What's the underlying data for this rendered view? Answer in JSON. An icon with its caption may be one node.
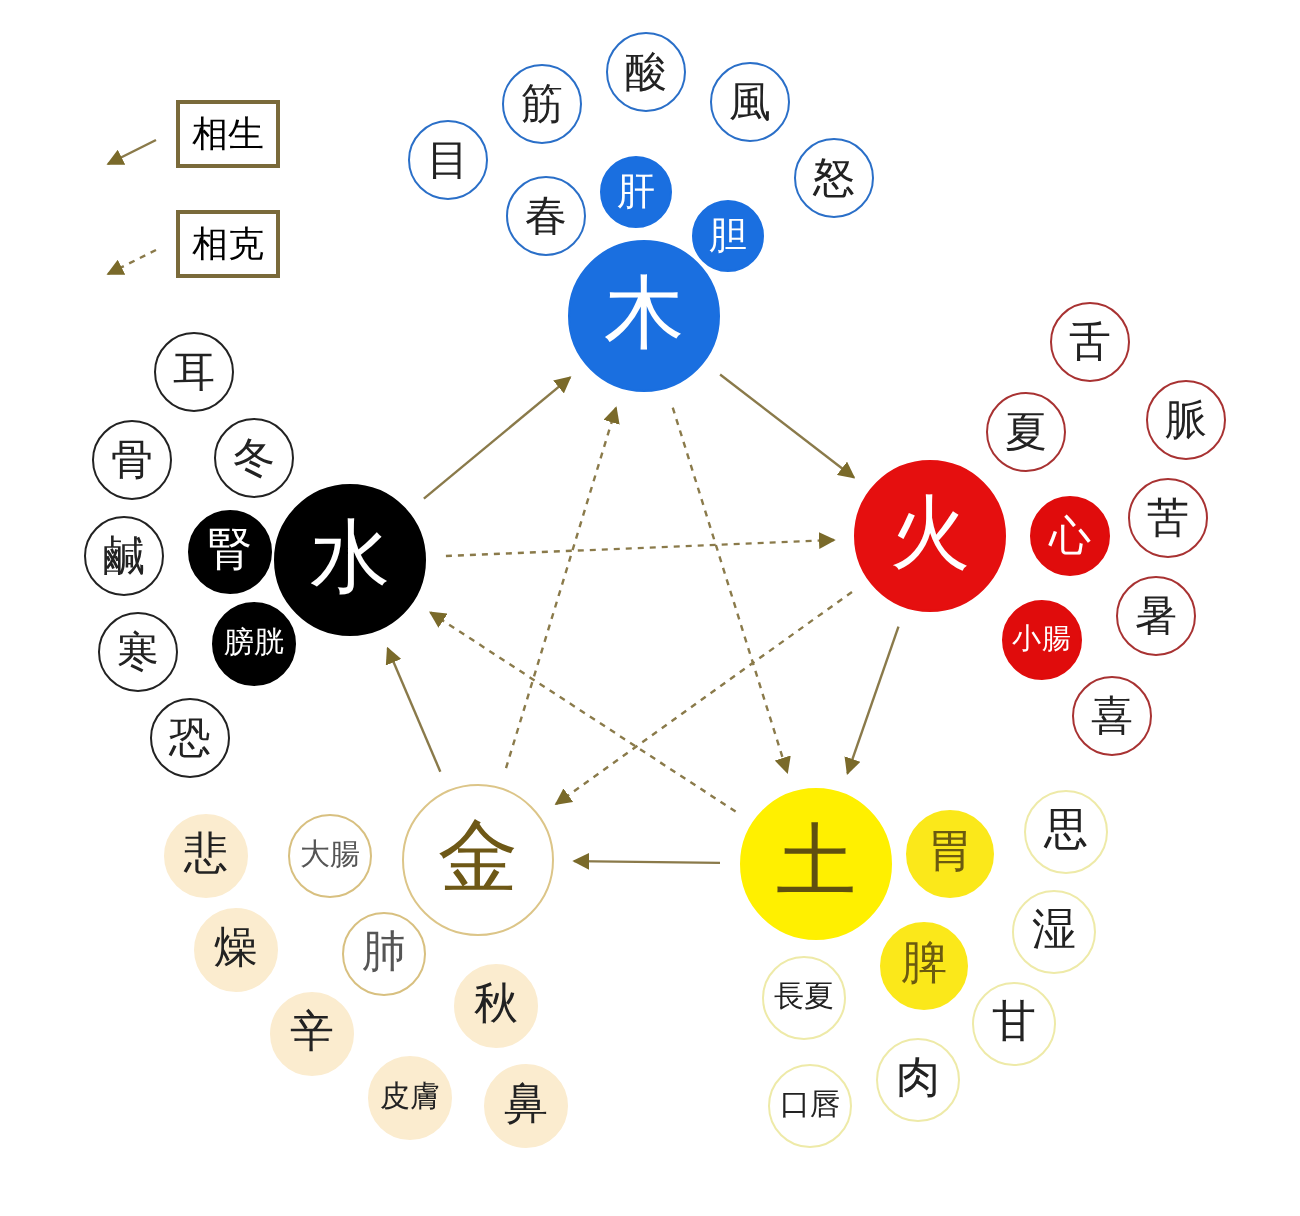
{
  "diagram": {
    "nodes": [
      {
        "text": [
          "木"
        ]
      },
      {
        "text": [
          "肝"
        ]
      },
      {
        "text": [
          "胆"
        ]
      },
      {
        "text": [
          "目"
        ]
      },
      {
        "text": [
          "筋"
        ]
      },
      {
        "text": [
          "酸"
        ]
      },
      {
        "text": [
          "風"
        ]
      },
      {
        "text": [
          "怒"
        ]
      },
      {
        "text": [
          "春"
        ]
      },
      {
        "text": [
          "火"
        ]
      },
      {
        "text": [
          "心"
        ]
      },
      {
        "text": [
          "小腸"
        ]
      },
      {
        "text": [
          "舌"
        ]
      },
      {
        "text": [
          "夏"
        ]
      },
      {
        "text": [
          "脈"
        ]
      },
      {
        "text": [
          "苦"
        ]
      },
      {
        "text": [
          "暑"
        ]
      },
      {
        "text": [
          "喜"
        ]
      },
      {
        "text": [
          "土"
        ]
      },
      {
        "text": [
          "胃"
        ]
      },
      {
        "text": [
          "脾"
        ]
      },
      {
        "text": [
          "思"
        ]
      },
      {
        "text": [
          "湿"
        ]
      },
      {
        "text": [
          "甘"
        ]
      },
      {
        "text": [
          "肉"
        ]
      },
      {
        "text": [
          "長夏"
        ]
      },
      {
        "text": [
          "口唇"
        ]
      },
      {
        "text": [
          "金"
        ]
      },
      {
        "text": [
          "大腸"
        ]
      },
      {
        "text": [
          "肺"
        ]
      },
      {
        "text": [
          "悲"
        ]
      },
      {
        "text": [
          "燥"
        ]
      },
      {
        "text": [
          "辛"
        ]
      },
      {
        "text": [
          "秋"
        ]
      },
      {
        "text": [
          "皮膚"
        ]
      },
      {
        "text": [
          "鼻"
        ]
      },
      {
        "text": [
          "水"
        ]
      },
      {
        "text": [
          "腎"
        ]
      },
      {
        "text": [
          "膀胱"
        ]
      },
      {
        "text": [
          "耳"
        ]
      },
      {
        "text": [
          "骨"
        ]
      },
      {
        "text": [
          "冬"
        ]
      },
      {
        "text": [
          "鹹"
        ]
      },
      {
        "text": [
          "寒"
        ]
      },
      {
        "text": [
          "恐"
        ]
      }
    ],
    "edges": [
      {
        "from": 0,
        "to": 9,
        "arrow": "to"
      },
      {
        "from": 9,
        "to": 18,
        "arrow": "to"
      },
      {
        "from": 18,
        "to": 27,
        "arrow": "to"
      },
      {
        "from": 27,
        "to": 36,
        "arrow": "to"
      },
      {
        "from": 36,
        "to": 0,
        "arrow": "to"
      },
      {
        "from": 0,
        "to": 18,
        "arrow": "to",
        "style": "dashed"
      },
      {
        "from": 18,
        "to": 36,
        "arrow": "to",
        "style": "dashed"
      },
      {
        "from": 36,
        "to": 9,
        "arrow": "to",
        "style": "dashed"
      },
      {
        "from": 9,
        "to": 27,
        "arrow": "to",
        "style": "dashed"
      },
      {
        "from": 27,
        "to": 0,
        "arrow": "to",
        "style": "dashed"
      }
    ],
    "legend": [
      {
        "text": "相生"
      },
      {
        "text": "相克"
      }
    ]
  }
}
